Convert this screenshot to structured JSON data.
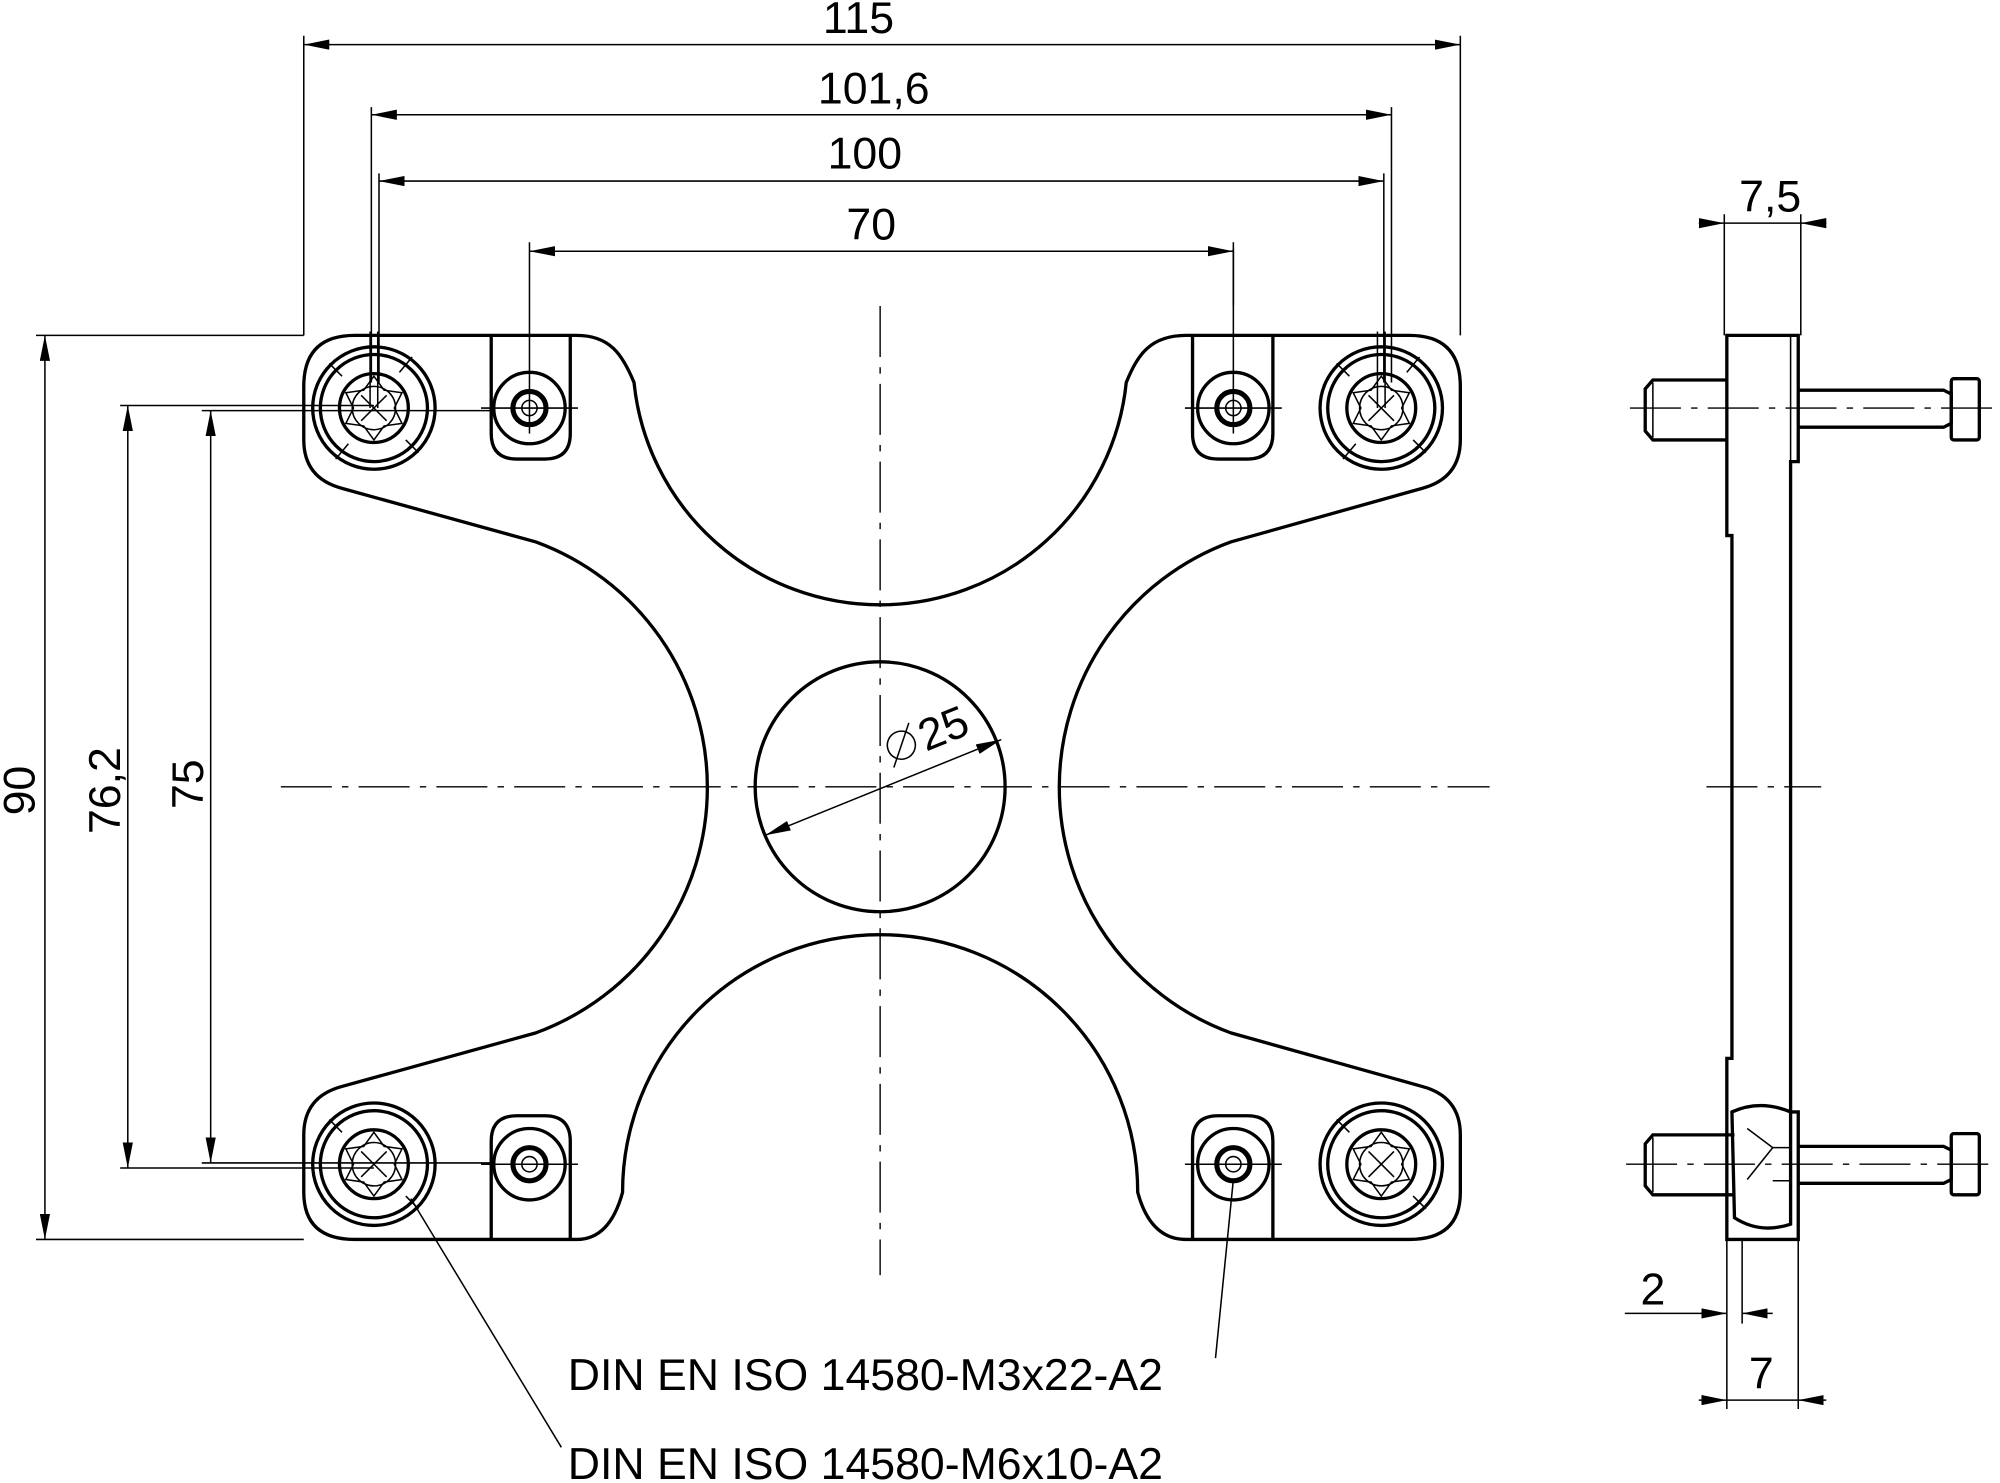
{
  "drawing": {
    "colors": {
      "line": "#000000",
      "background": "#ffffff"
    },
    "dimensions": {
      "overall_width": "115",
      "outer_hole_spacing_x": "101,6",
      "hole_spacing_x_100": "100",
      "hole_spacing_x_70": "70",
      "overall_height": "90",
      "outer_hole_spacing_y": "76,2",
      "hole_spacing_y_75": "75",
      "center_hole_diameter": "25",
      "diameter_symbol": "⌀",
      "side_thickness_top": "7,5",
      "side_offset": "2",
      "side_thickness_bottom": "7"
    },
    "callouts": {
      "m3_screw": "DIN EN ISO 14580-M3x22-A2",
      "m6_screw": "DIN EN ISO 14580-M6x10-A2"
    }
  }
}
